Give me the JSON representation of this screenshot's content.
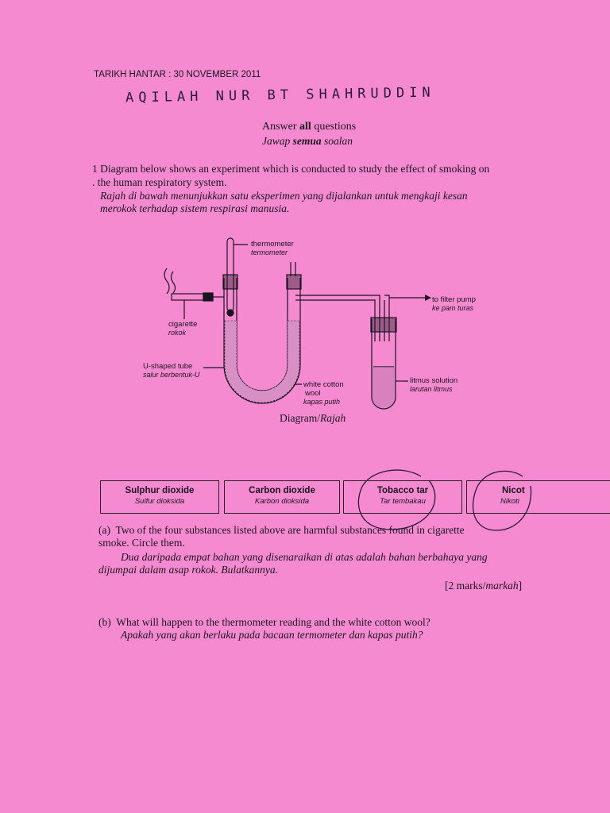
{
  "header": {
    "due_date": "TARIKH HANTAR : 30 NOVEMBER 2011",
    "student_name": "AQILAH NUR BT SHAHRUDDIN"
  },
  "instructions": {
    "english_prefix": "Answer",
    "english_bold": "all",
    "english_suffix": "questions",
    "malay_prefix": "Jawap",
    "malay_bold": "semua",
    "malay_suffix": "soalan"
  },
  "question1": {
    "number": "1",
    "stem_line1": "Diagram below shows an experiment which is conducted to study the effect of smoking on",
    "stem_line2": ". the human respiratory system.",
    "stem_malay_line1": "Rajah di bawah menunjukkan satu eksperimen yang dijalankan untuk mengkaji kesan",
    "stem_malay_line2": "merokok terhadap sistem respirasi manusia."
  },
  "diagram": {
    "labels": {
      "thermometer": "thermometer",
      "thermometer_malay": "termometer",
      "filter_pump": "to filter pump",
      "filter_pump_malay": "ke pam turas",
      "cigarette": "cigarette",
      "cigarette_malay": "rokok",
      "u_tube": "U-shaped tube",
      "u_tube_malay": "salur berbentuk-U",
      "cotton": "white cotton",
      "cotton2": "wool",
      "cotton_malay": "kapas putih",
      "litmus": "litmus solution",
      "litmus_malay": "larutan litmus"
    },
    "caption": "Diagram/",
    "caption_malay": "Rajah"
  },
  "substances": [
    {
      "name": "Sulphur dioxide",
      "malay": "Sulfur dioksida"
    },
    {
      "name": "Carbon dioxide",
      "malay": "Karbon dioksida"
    },
    {
      "name": "Tobacco tar",
      "malay": "Tar tembakau"
    },
    {
      "name": "Nicot",
      "malay": "Nikoti"
    }
  ],
  "part_a": {
    "label": "(a)",
    "line1": "Two of the four substances listed above are harmful substances found in cigarette",
    "line2": "smoke. Circle them.",
    "malay_line1": "Dua daripada empat bahan yang disenaraikan di atas adalah bahan berbahaya yang",
    "malay_line2": "dijumpai dalam  asap rokok. Bulatkannya.",
    "marks_prefix": "[2 marks/",
    "marks_malay": "markah",
    "marks_suffix": "]"
  },
  "part_b": {
    "label": "(b)",
    "line1": "What will happen to the thermometer reading and the white cotton wool?",
    "malay_line1": "Apakah yang akan berlaku pada bacaan termometer dan kapas putih?"
  },
  "colors": {
    "paper": "#f68ad1",
    "ink": "#1a1420",
    "pen": "#2a1a3a"
  }
}
